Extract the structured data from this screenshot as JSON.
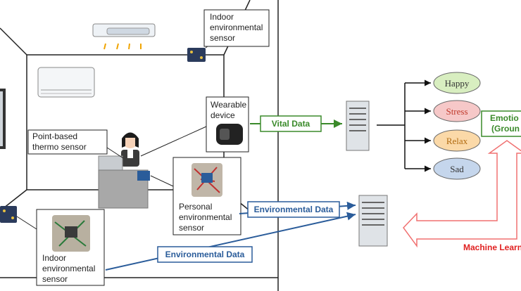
{
  "labels": {
    "indoor_sensor_top": [
      "Indoor",
      "environmental",
      "sensor"
    ],
    "wearable": [
      "Wearable",
      "device"
    ],
    "thermo": [
      "Point-based",
      "thermo sensor"
    ],
    "personal_sensor": [
      "Personal",
      "environmental",
      "sensor"
    ],
    "indoor_sensor_bottom": [
      "Indoor",
      "environmental",
      "sensor"
    ]
  },
  "arrows": {
    "vital": "Vital Data",
    "env_personal": "Environmental Data",
    "env_indoor": "Environmental Data"
  },
  "emotions": [
    {
      "label": "Happy",
      "color": "#d8eec0"
    },
    {
      "label": "Stress",
      "color": "#f6c8c8"
    },
    {
      "label": "Relax",
      "color": "#fbd9a8"
    },
    {
      "label": "Sad",
      "color": "#c5d6ec"
    }
  ],
  "ground_truth": [
    "Emotio",
    "(Groun"
  ],
  "machine_learning": "Machine Learn",
  "colors": {
    "green": "#3a8a2a",
    "blue": "#2a5c9a",
    "red": "#e02020"
  }
}
